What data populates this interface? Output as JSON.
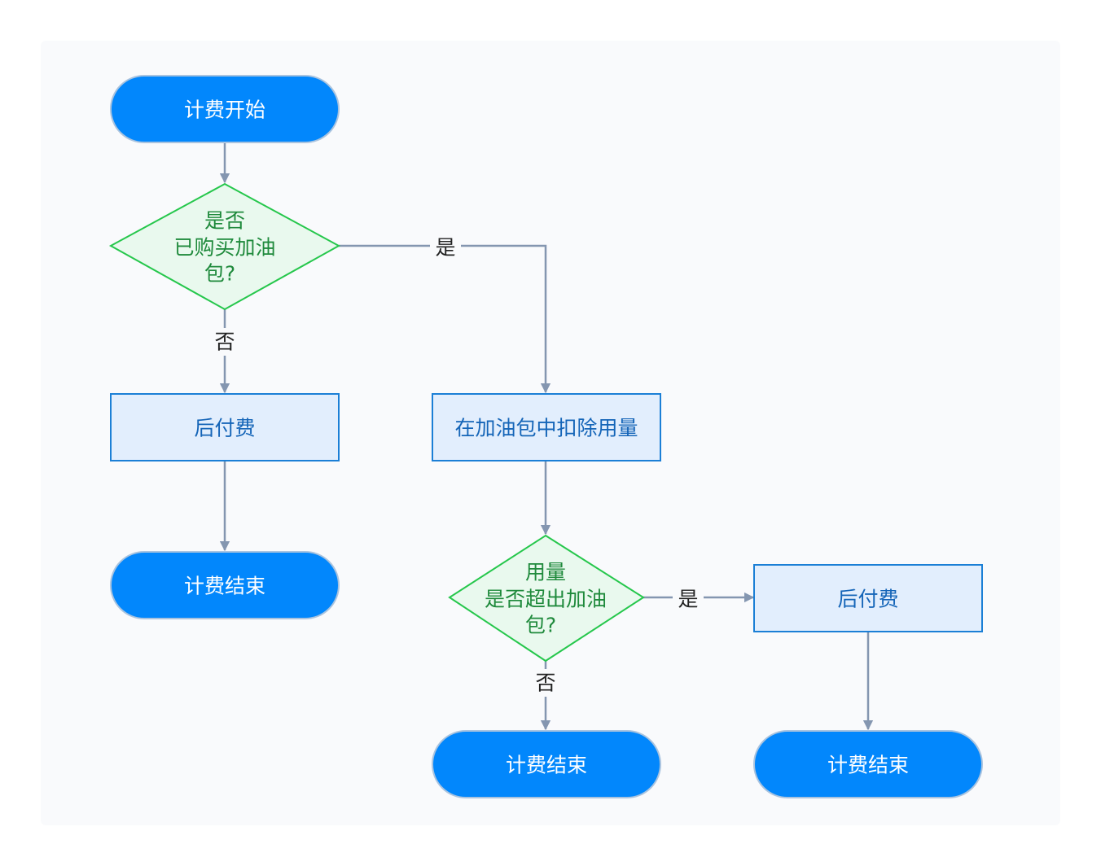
{
  "nodes": {
    "start": "计费开始",
    "decision1": [
      "是否",
      "已购买加油",
      "包?"
    ],
    "postpay1": "后付费",
    "end1": "计费结束",
    "deduct": "在加油包中扣除用量",
    "decision2": [
      "用量",
      "是否超出加油",
      "包?"
    ],
    "postpay2": "后付费",
    "end2": "计费结束",
    "end3": "计费结束"
  },
  "edges": {
    "d1_yes": "是",
    "d1_no": "否",
    "d2_yes": "是",
    "d2_no": "否"
  },
  "colors": {
    "terminal_fill": "#0287fc",
    "process_fill": "#e2eefd",
    "process_stroke": "#1b7fd6",
    "decision_fill": "#e9f9ee",
    "decision_stroke": "#26c74c",
    "edge": "#8496b0",
    "background": "#f9fafc"
  }
}
